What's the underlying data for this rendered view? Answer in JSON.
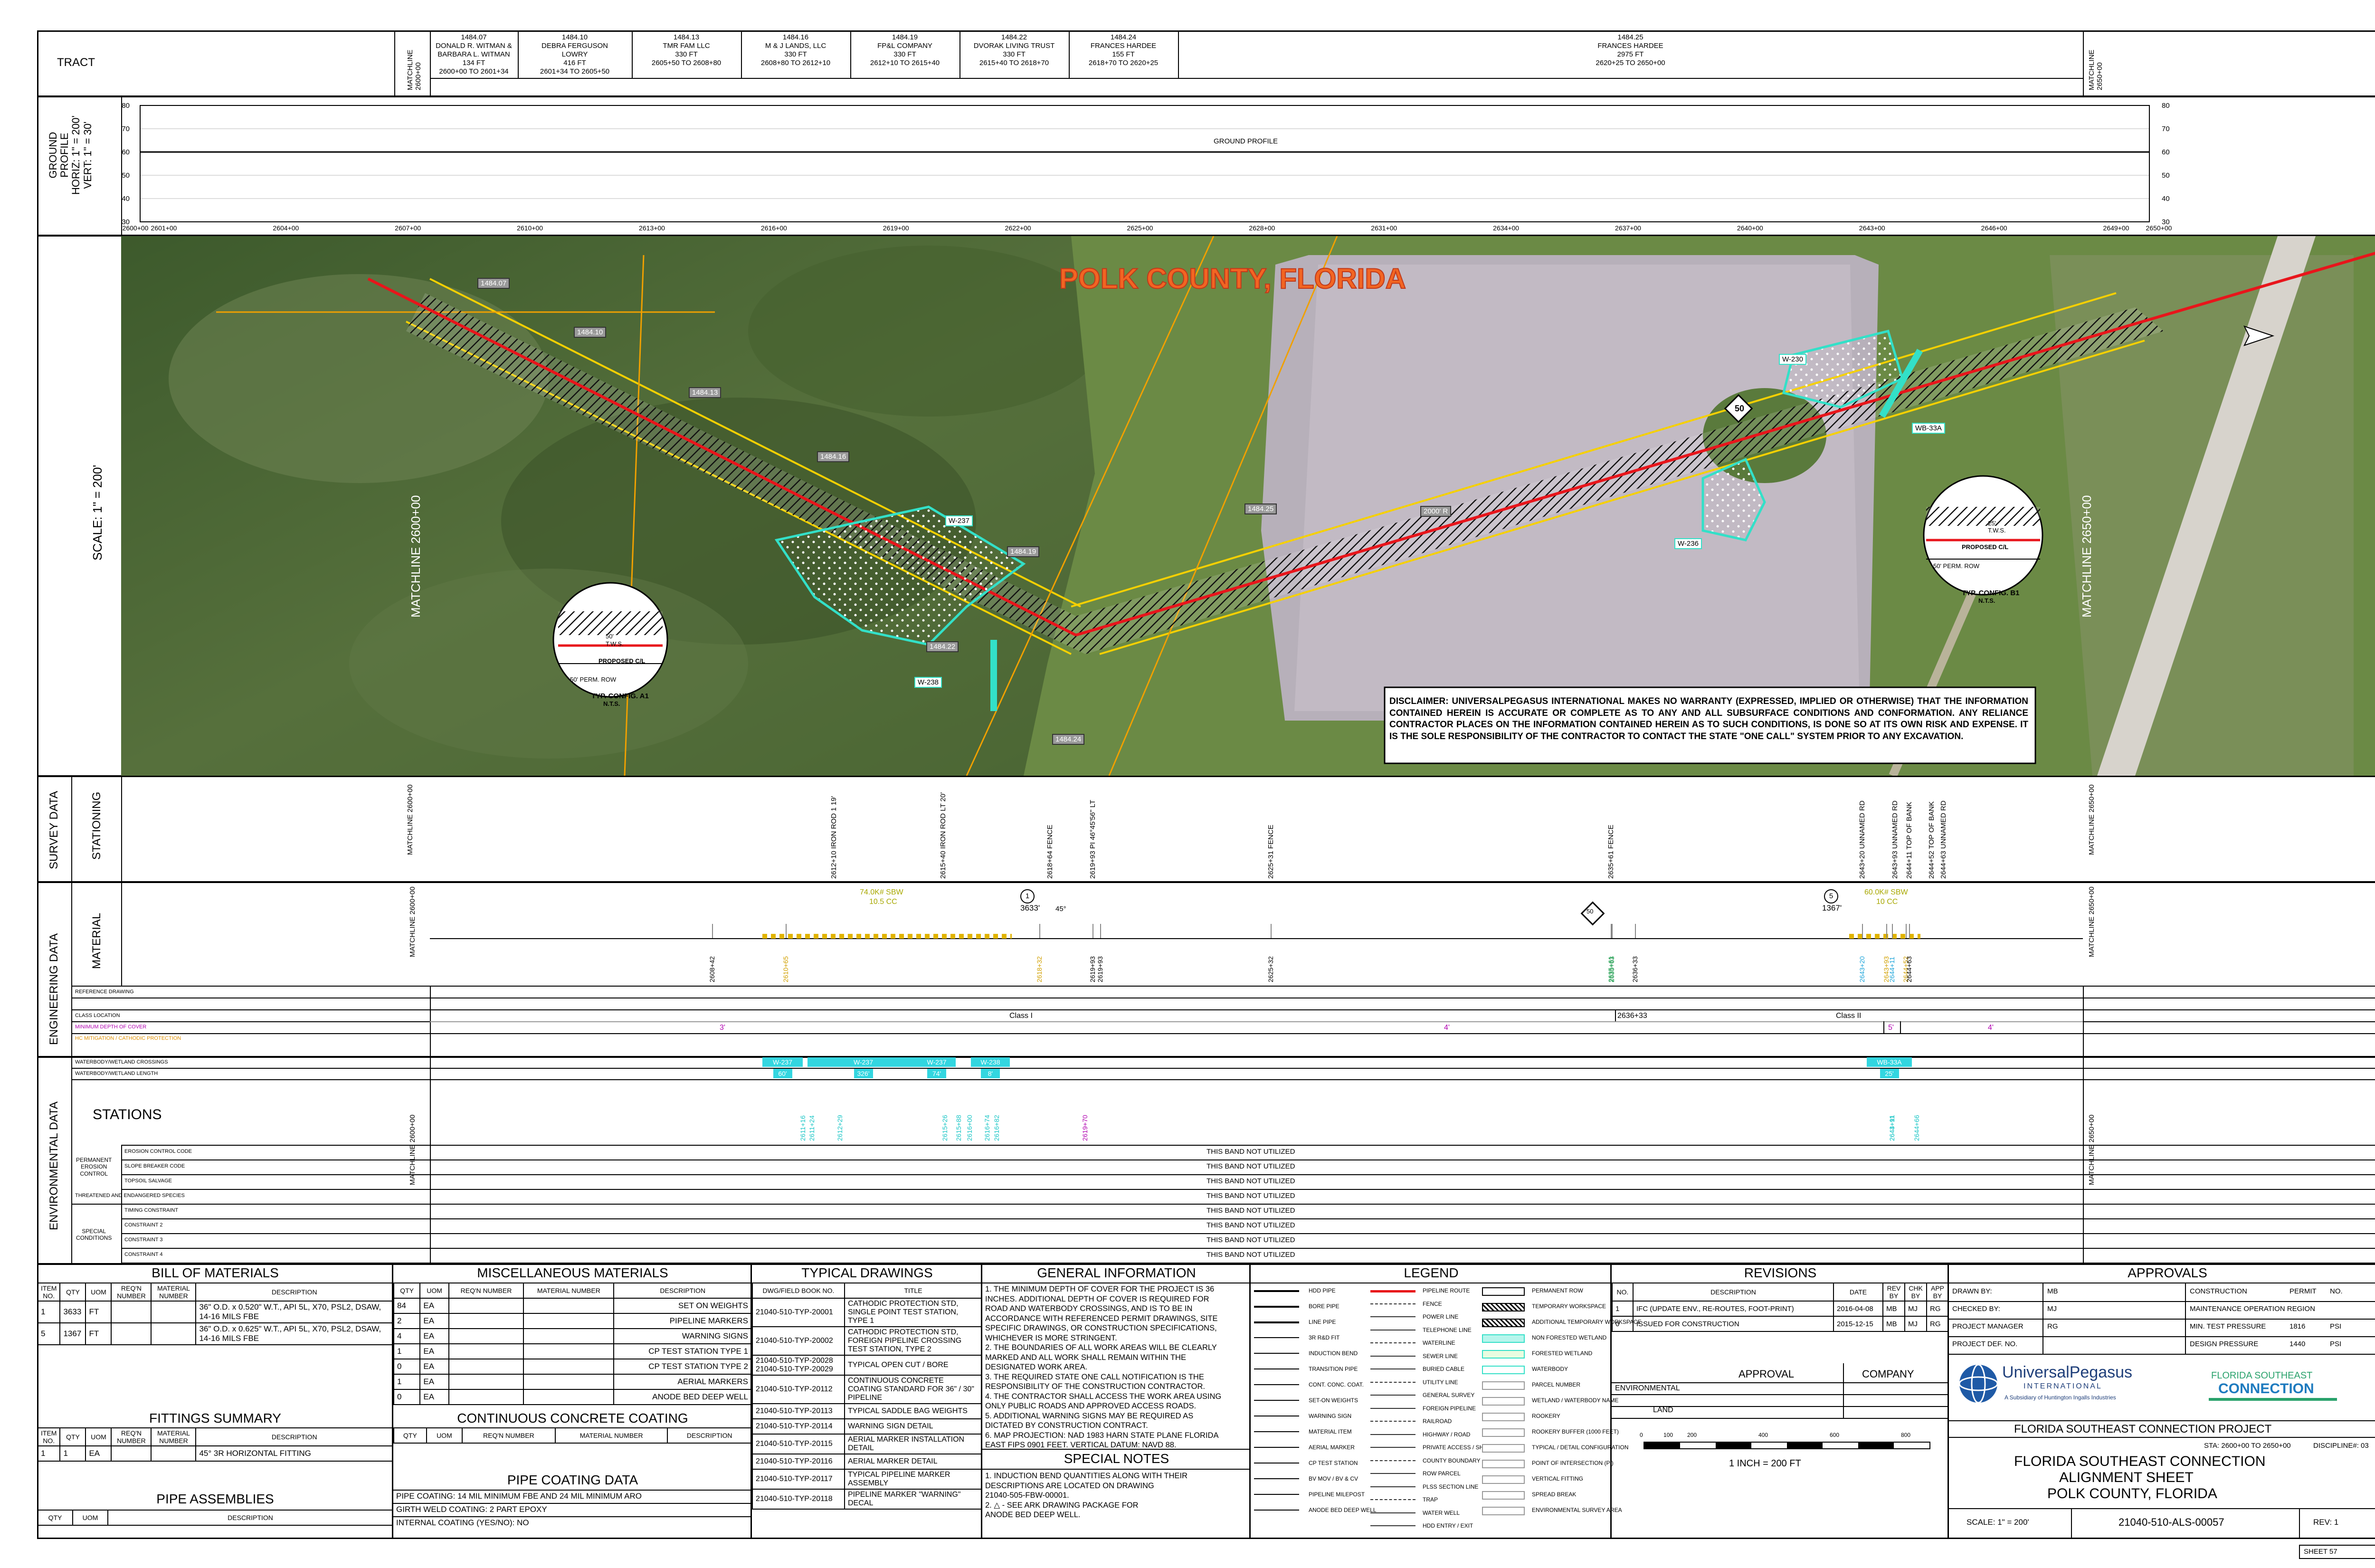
{
  "tract": {
    "label": "TRACT",
    "matchline_left": [
      "MATCHLINE",
      "2600+00"
    ],
    "matchline_right": [
      "MATCHLINE",
      "2650+00"
    ],
    "parcels": [
      {
        "lines": [
          "1484.07",
          "DONALD R. WITMAN &",
          "BARBARA L. WITMAN",
          "134 FT",
          "2600+00 TO 2601+34"
        ]
      },
      {
        "lines": [
          "1484.10",
          "DEBRA FERGUSON",
          "LOWRY",
          "416 FT",
          "2601+34 TO 2605+50"
        ]
      },
      {
        "lines": [
          "1484.13",
          "TMR FAM LLC",
          "330 FT",
          "2605+50 TO 2608+80"
        ]
      },
      {
        "lines": [
          "1484.16",
          "M & J LANDS, LLC",
          "330 FT",
          "2608+80 TO 2612+10"
        ]
      },
      {
        "lines": [
          "1484.19",
          "FP&L COMPANY",
          "330 FT",
          "2612+10 TO 2615+40"
        ]
      },
      {
        "lines": [
          "1484.22",
          "DVORAK LIVING TRUST",
          "330 FT",
          "2615+40 TO 2618+70"
        ]
      },
      {
        "lines": [
          "1484.24",
          "FRANCES HARDEE",
          "155 FT",
          "2618+70 TO 2620+25"
        ]
      },
      {
        "lines": [
          "1484.25",
          "FRANCES HARDEE",
          "2975 FT",
          "2620+25 TO 2650+00"
        ]
      }
    ]
  },
  "profile": {
    "side_label": [
      "GROUND",
      "PROFILE",
      "HORIZ: 1\" = 200'",
      "VERT: 1\" = 30'"
    ],
    "y_ticks": [
      "80",
      "70",
      "60",
      "50",
      "40",
      "30"
    ],
    "x_ticks": [
      "2600+00",
      "2601+00",
      "2604+00",
      "2607+00",
      "2610+00",
      "2613+00",
      "2616+00",
      "2619+00",
      "2622+00",
      "2625+00",
      "2628+00",
      "2631+00",
      "2634+00",
      "2637+00",
      "2640+00",
      "2643+00",
      "2646+00",
      "2649+00",
      "2650+00"
    ],
    "curve_label": "GROUND PROFILE",
    "ground_elev": 60
  },
  "map": {
    "scale_label": "SCALE: 1\" = 200'",
    "county_title": "POLK COUNTY, FLORIDA",
    "matchline_left": "MATCHLINE 2600+00",
    "matchline_right": "MATCHLINE 2650+00",
    "labels": [
      "1484.07",
      "1484.10",
      "1484.13",
      "1484.16",
      "1484.19",
      "1484.22",
      "1484.24",
      "1484.25",
      "W-237",
      "W-236",
      "W-238",
      "W-230",
      "WB-33A",
      "2000' R",
      "50"
    ],
    "config_a": {
      "dim": "50'",
      "tws": "T.W.S.",
      "cl": "PROPOSED C/L",
      "row": "50' PERM. ROW",
      "title": "TYP. CONFIG. A1",
      "nts": "N.T.S."
    },
    "config_b": {
      "dim": "25'",
      "tws": "T.W.S.",
      "cl": "PROPOSED C/L",
      "row": "50' PERM. ROW",
      "title": "TYP. CONFIG. B1",
      "nts": "N.T.S."
    },
    "disclaimer": "DISCLAIMER: UNIVERSALPEGASUS INTERNATIONAL MAKES NO WARRANTY (EXPRESSED, IMPLIED OR OTHERWISE) THAT THE INFORMATION CONTAINED HEREIN IS ACCURATE OR COMPLETE AS TO ANY AND ALL SUBSURFACE CONDITIONS AND CONFORMATION. ANY RELIANCE CONTRACTOR PLACES ON THE INFORMATION CONTAINED HEREIN AS TO SUCH CONDITIONS, IS DONE SO AT ITS OWN RISK AND EXPENSE. IT IS THE SOLE RESPONSIBILITY OF THE CONTRACTOR TO CONTACT THE STATE \"ONE CALL\" SYSTEM PRIOR TO ANY EXCAVATION."
  },
  "survey": {
    "group_label": "SURVEY DATA",
    "row_label": "STATIONING",
    "matchline_left": "MATCHLINE 2600+00",
    "matchline_right": "MATCHLINE 2650+00",
    "stations": [
      "2612+10 IRON ROD 1 19'",
      "2615+40 IRON ROD LT 20'",
      "2618+64 FENCE",
      "2619+93 PI 46°45'56\" LT",
      "2625+31 FENCE",
      "2635+61 FENCE",
      "2643+20 UNNAMED RD",
      "2643+93 UNNAMED RD",
      "2644+11 TOP OF BANK",
      "2644+52 TOP OF BANK",
      "2644+63 UNNAMED RD"
    ]
  },
  "engineering": {
    "group_label": "ENGINEERING DATA",
    "material_label": "MATERIAL",
    "pipe1": {
      "spec": "74.0K# SBW",
      "cc": "10.5 CC",
      "num": "1",
      "len": "3633'",
      "bend": "45°"
    },
    "pipe2": {
      "spec": "60.0K# SBW",
      "cc": "10 CC",
      "num": "5",
      "len": "1367'"
    },
    "diamond": "50",
    "stations": [
      "2608+42",
      "2610+65",
      "2618+32",
      "2619+93",
      "2619+93",
      "2625+32",
      "2635+61",
      "2635+63",
      "2636+33",
      "2643+20",
      "2643+93",
      "2644+11",
      "2644+52",
      "2644+63"
    ],
    "rows": [
      "REFERENCE DRAWING",
      "CLASS LOCATION",
      "MINIMUM DEPTH OF COVER",
      "HC MITIGATION / CATHODIC PROTECTION"
    ],
    "class1": "Class I",
    "class2": "Class II",
    "class_station": "2636+33",
    "depth_values": [
      "3'",
      "4'",
      "5'",
      "4'"
    ]
  },
  "environmental": {
    "group_label": "ENVIRONMENTAL DATA",
    "stations_label": "STATIONS",
    "rows": [
      "WATERBODY/WETLAND CROSSINGS",
      "WATERBODY/WETLAND LENGTH"
    ],
    "crossings": [
      {
        "id": "W-237",
        "len": "60'"
      },
      {
        "id": "W-237",
        "len": "326'"
      },
      {
        "id": "W-237",
        "len": "74'"
      },
      {
        "id": "W-238",
        "len": "8'"
      },
      {
        "id": "WB-33A",
        "len": "25'"
      }
    ],
    "stations": [
      "2611+16",
      "2611+24",
      "2612+29",
      "2615+26",
      "2615+88",
      "2616+00",
      "2616+74",
      "2616+82",
      "2619+70",
      "2643+91",
      "2644+11",
      "2644+66"
    ],
    "erosion_group": [
      "PERMANENT",
      "EROSION",
      "CONTROL"
    ],
    "erosion_rows": [
      "EROSION CONTROL CODE",
      "SLOPE BREAKER CODE",
      "TOPSOIL SALVAGE"
    ],
    "threatened": "THREATENED AND ENDANGERED SPECIES",
    "special_group": [
      "SPECIAL",
      "CONDITIONS"
    ],
    "special_rows": [
      "TIMING CONSTRAINT",
      "CONSTRAINT 2",
      "CONSTRAINT 3",
      "CONSTRAINT 4"
    ],
    "not_utilized": "THIS BAND NOT UTILIZED",
    "matchline_left": "MATCHLINE 2600+00",
    "matchline_right": "MATCHLINE 2650+00"
  },
  "bom": {
    "title": "BILL OF MATERIALS",
    "headers": [
      "ITEM NO.",
      "QTY",
      "UOM",
      "REQ'N NUMBER",
      "MATERIAL NUMBER",
      "DESCRIPTION"
    ],
    "rows": [
      [
        "1",
        "3633",
        "FT",
        "",
        "",
        "36\" O.D. x 0.520\" W.T., API 5L, X70, PSL2, DSAW, 14-16 MILS FBE"
      ],
      [
        "5",
        "1367",
        "FT",
        "",
        "",
        "36\" O.D. x 0.625\" W.T., API 5L, X70, PSL2, DSAW, 14-16 MILS FBE"
      ]
    ]
  },
  "fittings": {
    "title": "FITTINGS SUMMARY",
    "headers": [
      "ITEM NO.",
      "QTY",
      "UOM",
      "REQ'N NUMBER",
      "MATERIAL NUMBER",
      "DESCRIPTION"
    ],
    "rows": [
      [
        "1",
        "1",
        "EA",
        "",
        "",
        "45° 3R HORIZONTAL FITTING"
      ]
    ]
  },
  "assemblies": {
    "title": "PIPE ASSEMBLIES",
    "headers": [
      "QTY",
      "UOM",
      "DESCRIPTION"
    ]
  },
  "misc": {
    "title": "MISCELLANEOUS MATERIALS",
    "headers": [
      "QTY",
      "UOM",
      "REQ'N NUMBER",
      "MATERIAL NUMBER",
      "DESCRIPTION"
    ],
    "rows": [
      [
        "84",
        "EA",
        "SET ON WEIGHTS"
      ],
      [
        "2",
        "EA",
        "PIPELINE MARKERS"
      ],
      [
        "4",
        "EA",
        "WARNING SIGNS"
      ],
      [
        "1",
        "EA",
        "CP TEST STATION TYPE 1"
      ],
      [
        "0",
        "EA",
        "CP TEST STATION TYPE 2"
      ],
      [
        "1",
        "EA",
        "AERIAL MARKERS"
      ],
      [
        "0",
        "EA",
        "ANODE BED DEEP WELL"
      ]
    ]
  },
  "concrete": {
    "title": "CONTINUOUS CONCRETE COATING",
    "headers": [
      "QTY",
      "UOM",
      "REQ'N NUMBER",
      "MATERIAL NUMBER",
      "DESCRIPTION"
    ]
  },
  "coating": {
    "title": "PIPE COATING DATA",
    "lines": [
      "PIPE COATING: 14 MIL MINIMUM FBE AND 24 MIL MINIMUM ARO",
      "GIRTH WELD COATING: 2 PART EPOXY",
      "INTERNAL COATING (YES/NO): NO"
    ]
  },
  "typical": {
    "title": "TYPICAL DRAWINGS",
    "headers": [
      "DWG/FIELD BOOK NO.",
      "TITLE"
    ],
    "rows": [
      [
        "21040-510-TYP-20001",
        "CATHODIC PROTECTION STD, SINGLE POINT TEST STATION, TYPE 1"
      ],
      [
        "21040-510-TYP-20002",
        "CATHODIC PROTECTION STD, FOREIGN PIPELINE CROSSING TEST STATION, TYPE 2"
      ],
      [
        "21040-510-TYP-20028 21040-510-TYP-20029",
        "TYPICAL OPEN CUT / BORE"
      ],
      [
        "21040-510-TYP-20112",
        "CONTINUOUS CONCRETE COATING STANDARD FOR 36\" / 30\" PIPELINE"
      ],
      [
        "21040-510-TYP-20113",
        "TYPICAL SADDLE BAG WEIGHTS"
      ],
      [
        "21040-510-TYP-20114",
        "WARNING SIGN DETAIL"
      ],
      [
        "21040-510-TYP-20115",
        "AERIAL MARKER INSTALLATION DETAIL"
      ],
      [
        "21040-510-TYP-20116",
        "AERIAL MARKER DETAIL"
      ],
      [
        "21040-510-TYP-20117",
        "TYPICAL PIPELINE MARKER ASSEMBLY"
      ],
      [
        "21040-510-TYP-20118",
        "PIPELINE MARKER \"WARNING\" DECAL"
      ]
    ]
  },
  "general": {
    "title": "GENERAL INFORMATION",
    "notes": [
      "1. THE MINIMUM DEPTH OF COVER FOR THE PROJECT IS 36",
      "INCHES. ADDITIONAL DEPTH OF COVER IS REQUIRED FOR",
      "ROAD AND WATERBODY CROSSINGS, AND IS TO BE IN",
      "ACCORDANCE WITH REFERENCED PERMIT DRAWINGS, SITE",
      "SPECIFIC DRAWINGS, OR CONSTRUCTION SPECIFICATIONS,",
      "WHICHEVER IS MORE STRINGENT.",
      "2. THE BOUNDARIES OF ALL WORK AREAS WILL BE CLEARLY",
      "MARKED AND ALL WORK SHALL REMAIN WITHIN THE",
      "DESIGNATED WORK AREA.",
      "3. THE REQUIRED STATE ONE CALL NOTIFICATION IS THE",
      "RESPONSIBILITY OF THE CONSTRUCTION CONTRACTOR.",
      "4. THE CONTRACTOR SHALL ACCESS THE WORK AREA USING",
      "ONLY PUBLIC ROADS AND APPROVED ACCESS ROADS.",
      "5. ADDITIONAL WARNING SIGNS MAY BE REQUIRED AS",
      "DICTATED BY CONSTRUCTION CONTRACT.",
      "6. MAP PROJECTION: NAD 1983 HARN STATE PLANE FLORIDA",
      "EAST FIPS 0901 FEET. VERTICAL DATUM: NAVD 88."
    ]
  },
  "special_notes": {
    "title": "SPECIAL NOTES",
    "notes": [
      "1. INDUCTION BEND QUANTITIES ALONG WITH THEIR",
      "DESCRIPTIONS ARE LOCATED ON DRAWING",
      "21040-505-FBW-00001.",
      "2. △ - SEE ARK DRAWING PACKAGE FOR",
      "ANODE BED DEEP WELL."
    ]
  },
  "legend": {
    "title": "LEGEND",
    "col1": [
      "HDD PIPE",
      "BORE PIPE",
      "LINE PIPE",
      "3R R&D FIT",
      "INDUCTION BEND",
      "TRANSITION PIPE",
      "CONT. CONC. COAT.",
      "SET-ON WEIGHTS",
      "WARNING SIGN",
      "MATERIAL ITEM",
      "AERIAL MARKER",
      "CP TEST STATION",
      "BV MOV / BV & CV",
      "PIPELINE MILEPOST",
      "ANODE BED DEEP WELL"
    ],
    "col2": [
      "PIPELINE ROUTE",
      "FENCE",
      "POWER LINE",
      "TELEPHONE LINE",
      "WATERLINE",
      "SEWER LINE",
      "BURIED CABLE",
      "UTILITY LINE",
      "GENERAL SURVEY",
      "FOREIGN PIPELINE",
      "RAILROAD",
      "HIGHWAY / ROAD",
      "PRIVATE ACCESS / SHOOFLY ROAD",
      "COUNTY BOUNDARY",
      "ROW PARCEL",
      "PLSS SECTION LINE",
      "TRAP",
      "WATER WELL",
      "HDD ENTRY / EXIT"
    ],
    "col3": [
      "PERMANENT ROW",
      "TEMPORARY WORKSPACE",
      "ADDITIONAL TEMPORARY WORKSPACE",
      "NON FORESTED WETLAND",
      "FORESTED WETLAND",
      "WATERBODY",
      "PARCEL NUMBER",
      "WETLAND / WATERBODY NAME",
      "ROOKERY",
      "ROOKERY BUFFER (1000 FEET)",
      "TYPICAL / DETAIL CONFIGURATION",
      "POINT OF INTERSECTION (PI)",
      "VERTICAL FITTING",
      "SPREAD BREAK",
      "ENVIRONMENTAL SURVEY AREA"
    ],
    "parcel_sample": "XXXXX.XXX",
    "name_sample": "XXXXXXXX"
  },
  "revisions": {
    "title": "REVISIONS",
    "headers": [
      "NO.",
      "DESCRIPTION",
      "DATE",
      "REV BY",
      "CHK BY",
      "APP BY"
    ],
    "rows": [
      [
        "1",
        "IFC (UPDATE ENV., RE-ROUTES, FOOT-PRINT)",
        "2016-04-08",
        "MB",
        "MJ",
        "RG"
      ],
      [
        "0",
        "ISSUED FOR CONSTRUCTION",
        "2015-12-15",
        "MB",
        "MJ",
        "RG"
      ]
    ],
    "approval": "APPROVAL",
    "company": "COMPANY",
    "approval_rows": [
      "ENVIRONMENTAL",
      "LAND"
    ],
    "scale_ticks": [
      "0",
      "100",
      "200",
      "400",
      "600",
      "800"
    ],
    "scale_text": "1 INCH = 200 FT"
  },
  "approvals": {
    "title": "APPROVALS",
    "rows": [
      [
        "DRAWN BY:",
        "MB"
      ],
      [
        "CHECKED BY:",
        "MJ"
      ],
      [
        "PROJECT MANAGER",
        "RG"
      ],
      [
        "PROJECT DEF. NO.",
        ""
      ]
    ],
    "right_rows": [
      [
        "CONSTRUCTION",
        "PERMIT",
        "NO."
      ],
      [
        "MAINTENANCE OPERATION REGION",
        "",
        ""
      ],
      [
        "MIN. TEST PRESSURE",
        "1816",
        "PSI"
      ],
      [
        "DESIGN PRESSURE",
        "1440",
        "PSI"
      ]
    ],
    "logo_main": "UniversalPegasus",
    "logo_sub": "INTERNATIONAL",
    "logo_tag": "A Subsidiary of Huntington Ingalls Industries",
    "logo2_top": "FLORIDA SOUTHEAST",
    "logo2_bottom": "CONNECTION",
    "project_title": "FLORIDA SOUTHEAST CONNECTION PROJECT",
    "drawing_title": [
      "FLORIDA SOUTHEAST CONNECTION",
      "ALIGNMENT SHEET",
      "POLK COUNTY, FLORIDA"
    ],
    "sta": "STA: 2600+00 TO 2650+00",
    "discipline": "DISCIPLINE#: 03",
    "scale": "SCALE: 1\" = 200'",
    "dwg_no": "21040-510-ALS-00057",
    "rev": "REV: 1",
    "sheet": "SHEET 57"
  }
}
